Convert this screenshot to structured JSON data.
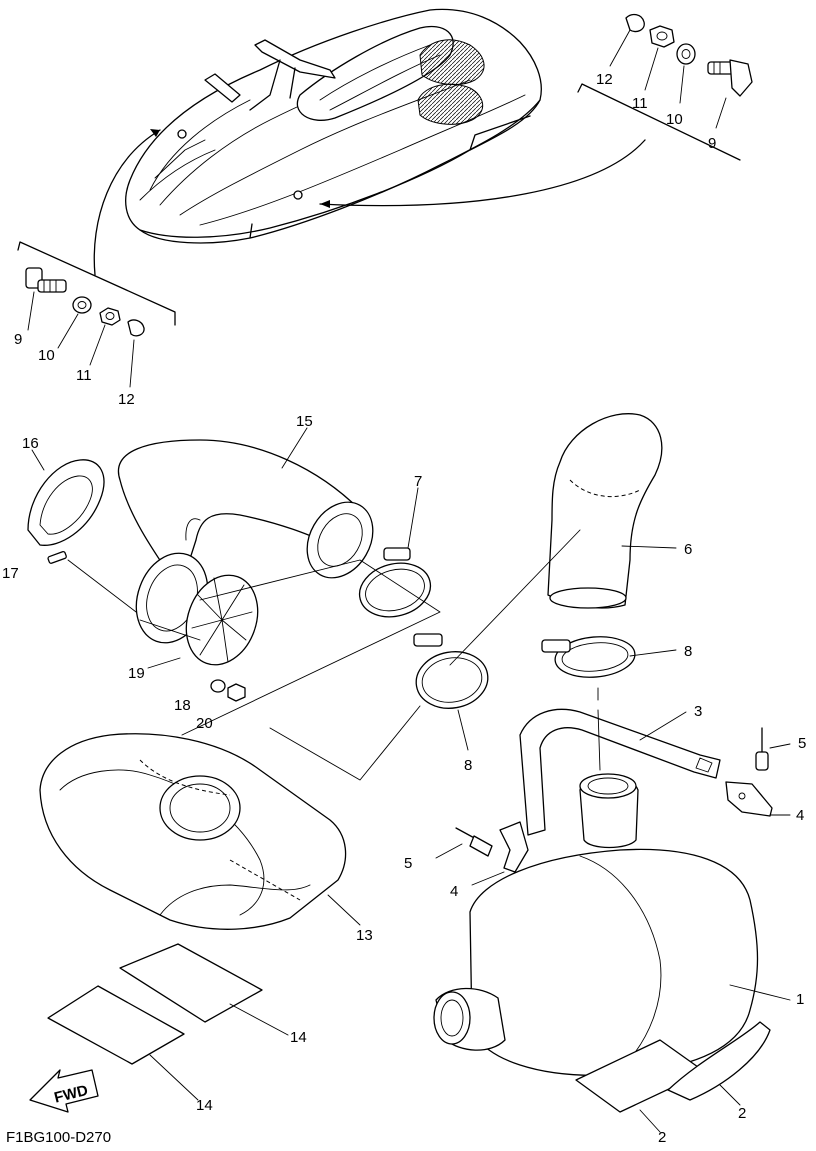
{
  "diagram_code": "F1BG100-D270",
  "fwd_label": "FWD",
  "callouts": {
    "c1": "1",
    "c2a": "2",
    "c2b": "2",
    "c3": "3",
    "c4a": "4",
    "c4b": "4",
    "c5a": "5",
    "c5b": "5",
    "c6": "6",
    "c7": "7",
    "c8a": "8",
    "c8b": "8",
    "c9a": "9",
    "c9b": "9",
    "c10a": "10",
    "c10b": "10",
    "c11a": "11",
    "c11b": "11",
    "c12a": "12",
    "c12b": "12",
    "c13": "13",
    "c14a": "14",
    "c14b": "14",
    "c15": "15",
    "c16": "16",
    "c17": "17",
    "c18": "18",
    "c19": "19",
    "c20": "20"
  }
}
